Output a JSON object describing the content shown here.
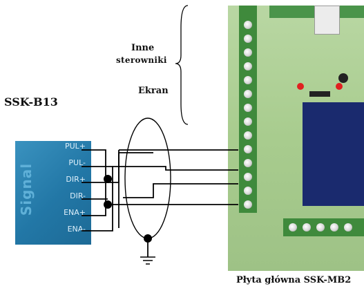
{
  "labels": {
    "driver": "SSK-B13",
    "other_controllers_line1": "Inne",
    "other_controllers_line2": "sterowniki",
    "screen": "Ekran",
    "main_board": "Płyta główna SSK-MB2"
  },
  "driver_panel": {
    "signal_label": "Signal",
    "pins": [
      "PUL+",
      "PUL-",
      "DIR+",
      "DIR-",
      "ENA+",
      "ENA-"
    ]
  },
  "colors": {
    "wire": "#000000",
    "panel": "#2a7fb0",
    "board": "#aacd91",
    "terminal": "#3f8a3c"
  },
  "icons": [
    "ground-icon",
    "brace-icon",
    "shield-ellipse-icon"
  ]
}
